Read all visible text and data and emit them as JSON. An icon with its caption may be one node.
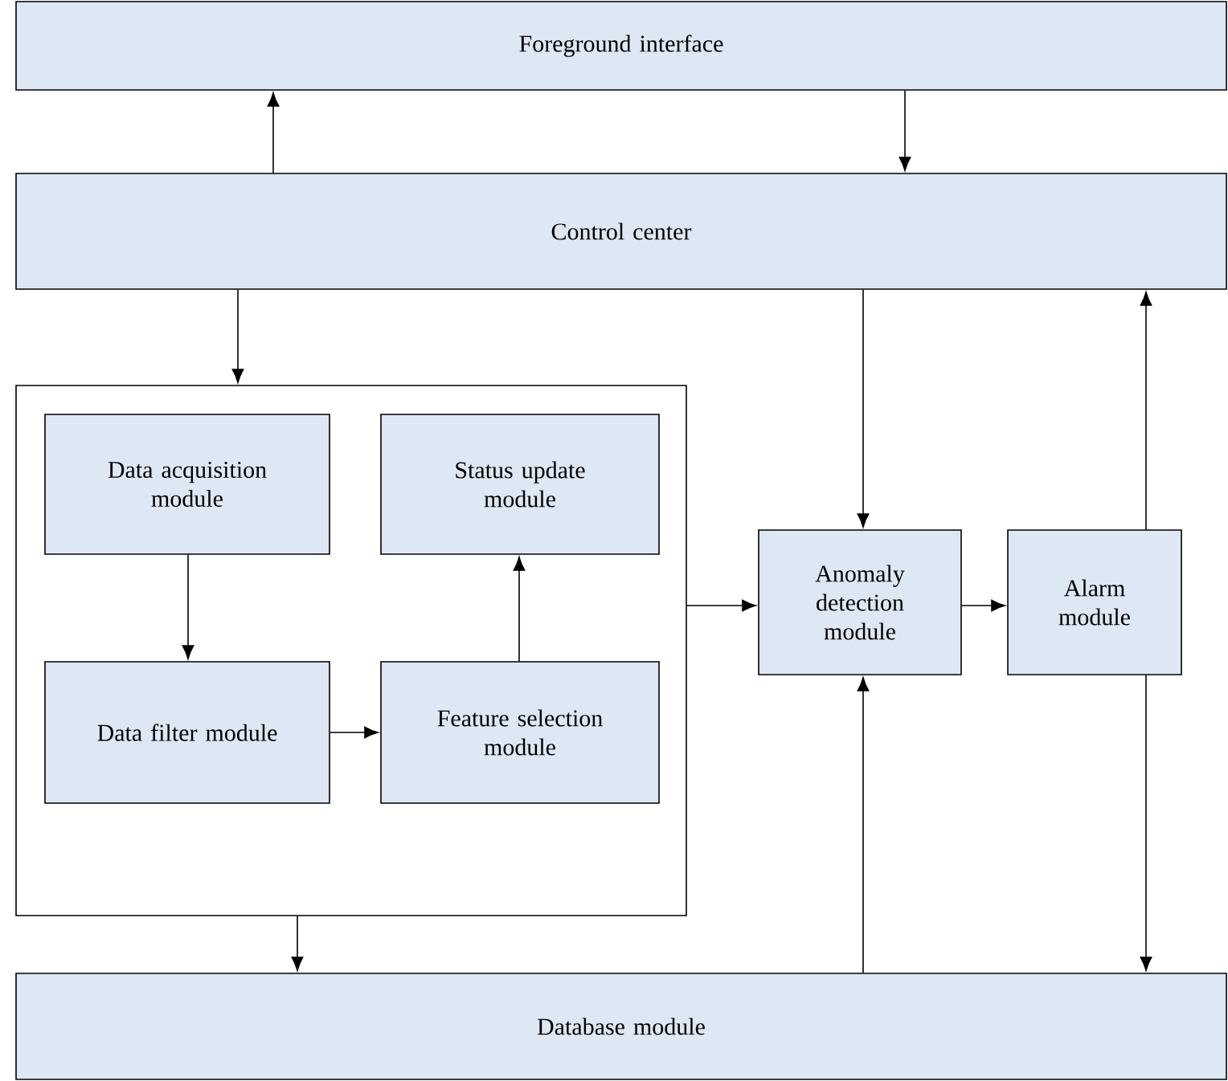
{
  "diagram": {
    "nodes": [
      {
        "text": [
          "Foreground interface"
        ]
      },
      {
        "text": [
          "Control center"
        ]
      },
      {
        "text": [],
        "shape": "box"
      },
      {
        "text": [
          "Data acquisition module"
        ],
        "in": 2
      },
      {
        "text": [
          "Status update module"
        ],
        "in": 2
      },
      {
        "text": [
          "Data filter module"
        ],
        "in": 2
      },
      {
        "text": [
          "Feature selection module"
        ],
        "in": 2
      },
      {
        "text": [
          "Anomaly detection module"
        ]
      },
      {
        "text": [
          "Alarm module"
        ]
      },
      {
        "text": [
          "Database module"
        ]
      }
    ],
    "edges": [
      {
        "from": 1,
        "to": 0,
        "arrow": "to"
      },
      {
        "from": 0,
        "to": 1,
        "arrow": "to"
      },
      {
        "from": 1,
        "to": 2,
        "arrow": "to"
      },
      {
        "from": 1,
        "to": 7,
        "arrow": "to"
      },
      {
        "from": 8,
        "to": 1,
        "arrow": "to"
      },
      {
        "from": 3,
        "to": 5,
        "arrow": "to"
      },
      {
        "from": 5,
        "to": 6,
        "arrow": "to"
      },
      {
        "from": 6,
        "to": 4,
        "arrow": "to"
      },
      {
        "from": 2,
        "to": 7,
        "arrow": "to"
      },
      {
        "from": 7,
        "to": 8,
        "arrow": "to"
      },
      {
        "from": 2,
        "to": 9,
        "arrow": "to"
      },
      {
        "from": 9,
        "to": 7,
        "arrow": "to"
      },
      {
        "from": 8,
        "to": 9,
        "arrow": "to"
      }
    ]
  }
}
